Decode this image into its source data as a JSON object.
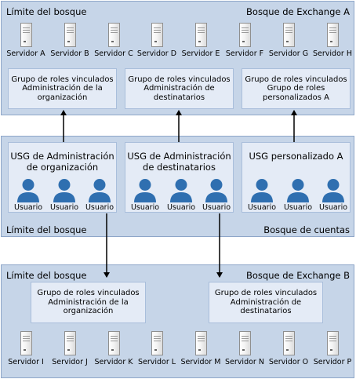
{
  "forest_a": {
    "boundary_label": "Límite del bosque",
    "title": "Bosque de Exchange A",
    "servers": [
      "Servidor A",
      "Servidor B",
      "Servidor C",
      "Servidor D",
      "Servidor E",
      "Servidor F",
      "Servidor G",
      "Servidor H"
    ],
    "role_groups": [
      "Grupo de roles vinculados\nAdministración de la\norganización",
      "Grupo de roles vinculados\nAdministración de\ndestinatarios",
      "Grupo de roles vinculados\nGrupo de roles\npersonalizados A"
    ]
  },
  "account_forest": {
    "boundary_label": "Límite del bosque",
    "title": "Bosque de cuentas",
    "usgs": [
      {
        "title": "USG de Administración\nde organización",
        "users": [
          "Usuario",
          "Usuario",
          "Usuario"
        ]
      },
      {
        "title": "USG de Administración\nde destinatarios",
        "users": [
          "Usuario",
          "Usuario",
          "Usuario"
        ]
      },
      {
        "title": "USG personalizado A",
        "users": [
          "Usuario",
          "Usuario",
          "Usuario"
        ]
      }
    ]
  },
  "forest_b": {
    "boundary_label": "Límite del bosque",
    "title": "Bosque de Exchange B",
    "servers": [
      "Servidor I",
      "Servidor J",
      "Servidor K",
      "Servidor L",
      "Servidor M",
      "Servidor N",
      "Servidor O",
      "Servidor P"
    ],
    "role_groups": [
      "Grupo de roles vinculados\nAdministración de la\norganización",
      "Grupo de roles vinculados\nAdministración de\ndestinatarios"
    ]
  },
  "colors": {
    "forest_bg": "#c6d5e8",
    "box_bg": "#e4ebf6",
    "user_icon": "#2f6fb0",
    "arrow": "#000000"
  },
  "icons": {
    "server": "server-icon",
    "user": "user-icon"
  }
}
